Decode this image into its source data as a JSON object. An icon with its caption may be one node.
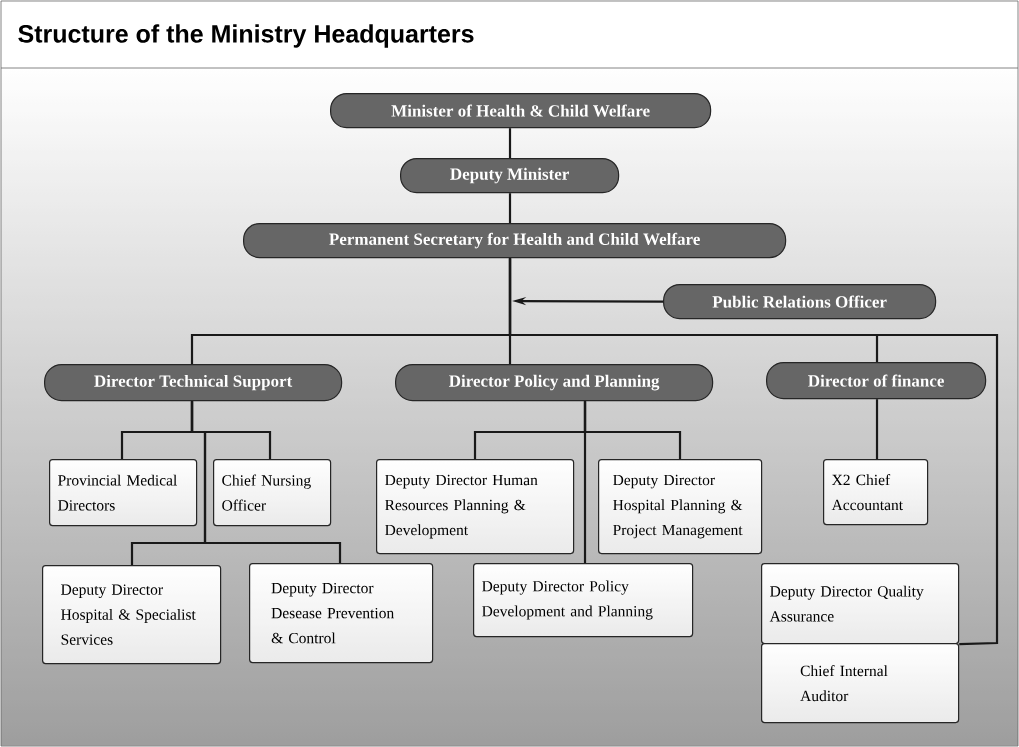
{
  "diagram": {
    "title": "Structure of the Ministry Headquarters",
    "nodes": [
      {
        "text": [
          "Minister of Health & Child Welfare"
        ]
      },
      {
        "text": [
          "Deputy Minister"
        ]
      },
      {
        "text": [
          "Permanent Secretary for Health and Child Welfare"
        ]
      },
      {
        "text": [
          "Public Relations Officer"
        ]
      },
      {
        "text": [
          "Director Technical Support"
        ]
      },
      {
        "text": [
          "Director Policy and Planning"
        ]
      },
      {
        "text": [
          "Director of finance"
        ]
      },
      {
        "text": [
          "Provincial Medical Directors"
        ]
      },
      {
        "text": [
          "Chief Nursing Officer"
        ]
      },
      {
        "text": [
          "Deputy Director Hospital & Specialist Services"
        ]
      },
      {
        "text": [
          "Deputy Director Desease Prevention & Control"
        ]
      },
      {
        "text": [
          "Deputy Director Human Resources Planning & Development"
        ]
      },
      {
        "text": [
          "Deputy Director Hospital Planning & Project Management"
        ]
      },
      {
        "text": [
          "Deputy Director Policy Development and Planning"
        ]
      },
      {
        "text": [
          "X2 Chief Accountant"
        ]
      },
      {
        "text": [
          "Deputy Director Quality Assurance"
        ]
      },
      {
        "text": [
          "Chief Internal Auditor"
        ]
      }
    ],
    "edges": [
      {
        "from": 0,
        "to": 1,
        "arrow": "none"
      },
      {
        "from": 1,
        "to": 2,
        "arrow": "none"
      },
      {
        "from": 2,
        "to": 4,
        "arrow": "none"
      },
      {
        "from": 2,
        "to": 5,
        "arrow": "none"
      },
      {
        "from": 2,
        "to": 6,
        "arrow": "none"
      },
      {
        "from": 2,
        "to": 15,
        "arrow": "none"
      },
      {
        "from": 3,
        "to": null,
        "arrow": "to"
      },
      {
        "from": 4,
        "to": 7,
        "arrow": "none"
      },
      {
        "from": 4,
        "to": 8,
        "arrow": "none"
      },
      {
        "from": 4,
        "to": 9,
        "arrow": "none"
      },
      {
        "from": 4,
        "to": 10,
        "arrow": "none"
      },
      {
        "from": 5,
        "to": 11,
        "arrow": "none"
      },
      {
        "from": 5,
        "to": 12,
        "arrow": "none"
      },
      {
        "from": 5,
        "to": 13,
        "arrow": "none"
      },
      {
        "from": 6,
        "to": 14,
        "arrow": "none"
      }
    ]
  }
}
